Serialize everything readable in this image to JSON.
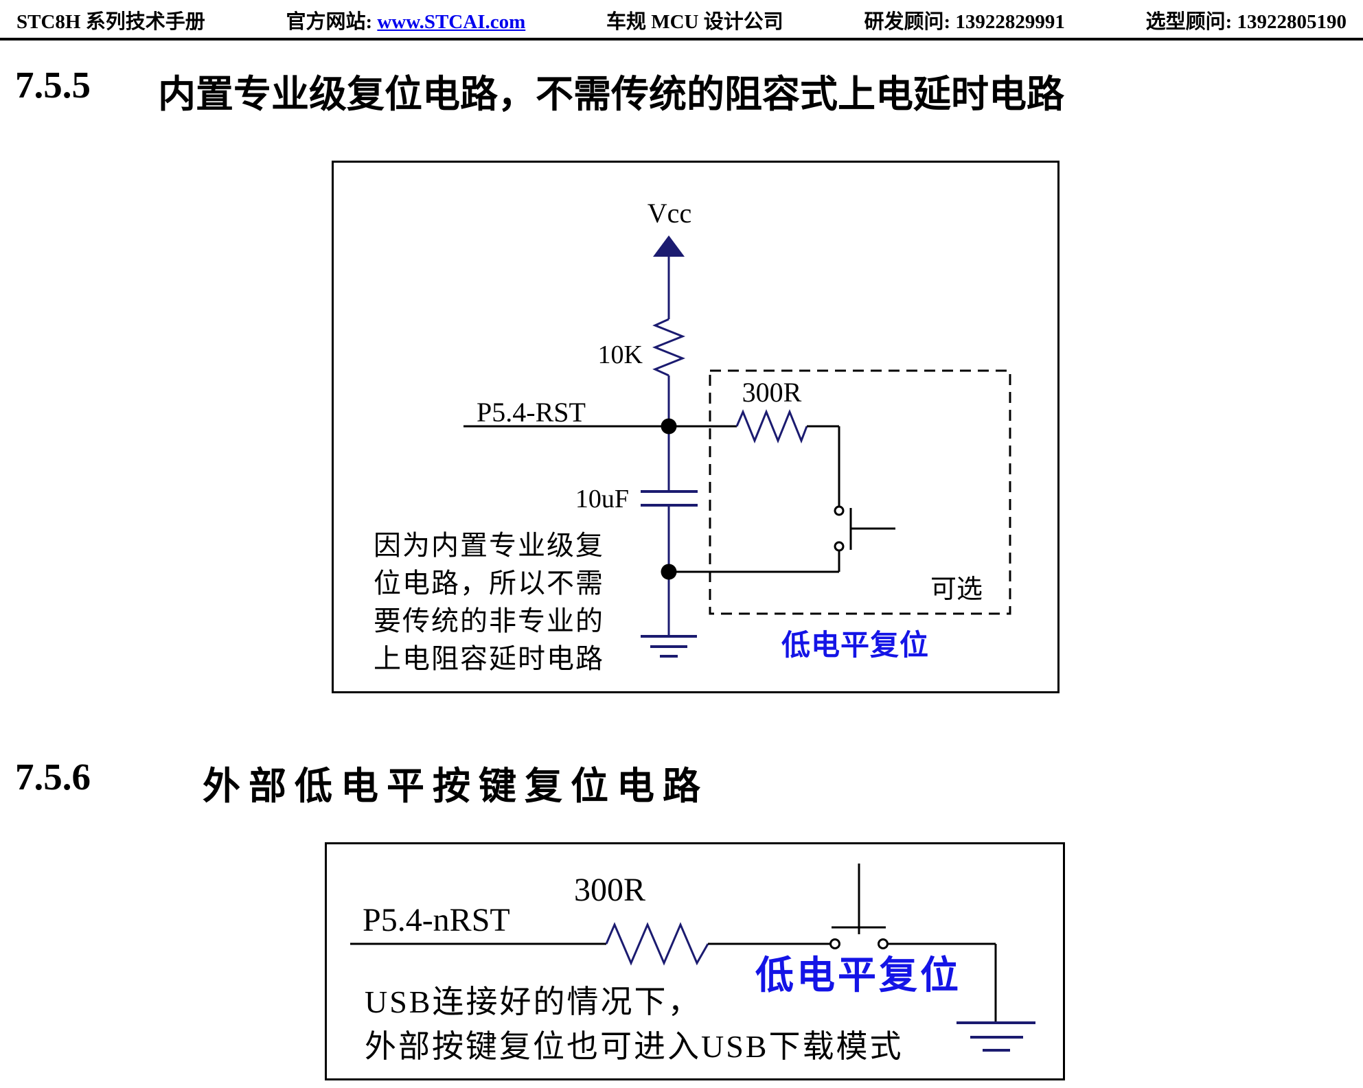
{
  "header": {
    "manual_title": "STC8H 系列技术手册",
    "website_label": "官方网站: ",
    "website_url": "www.STCAI.com",
    "company": "车规 MCU 设计公司",
    "rd_consultant": "研发顾问: 13922829991",
    "selection_consultant": "选型顾问: 13922805190"
  },
  "sections": [
    {
      "number": "7.5.5",
      "title": "内置专业级复位电路，不需传统的阻容式上电延时电路"
    },
    {
      "number": "7.5.6",
      "title": "外部低电平按键复位电路"
    }
  ],
  "circuit1": {
    "vcc_label": "Vcc",
    "pullup_resistor_label": "10K",
    "pin_label": "P5.4-RST",
    "series_resistor_label": "300R",
    "capacitor_label": "10uF",
    "optional_label": "可选",
    "reset_label": "低电平复位",
    "note_lines": [
      "因为内置专业级复",
      "位电路，所以不需",
      "要传统的非专业的",
      "上电阻容延时电路"
    ]
  },
  "circuit2": {
    "pin_label": "P5.4-nRST",
    "series_resistor_label": "300R",
    "reset_label": "低电平复位",
    "note_lines": [
      "USB连接好的情况下，",
      "外部按键复位也可进入USB下载模式"
    ]
  },
  "colors": {
    "reset_text_blue": "#1414e6",
    "link_blue": "#0000ee",
    "wire_navy": "#1b1b70",
    "wire_black": "#000000"
  }
}
